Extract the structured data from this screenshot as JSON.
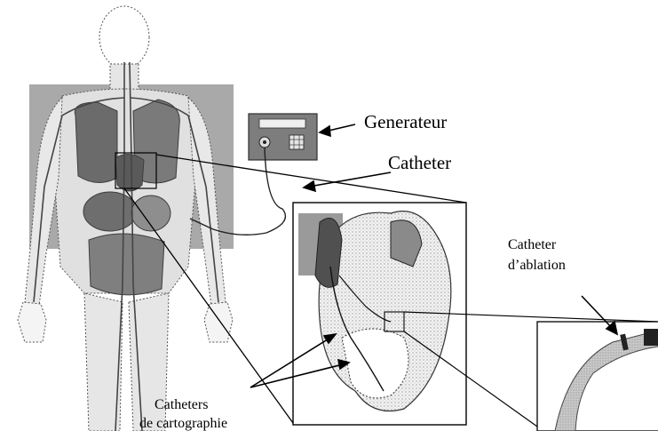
{
  "labels": {
    "generator": "Generateur",
    "catheter": "Catheter",
    "ablation_line1": "Catheter",
    "ablation_line2": "d’ablation",
    "mapping_line1": "Catheters",
    "mapping_line2": "de cartographie"
  },
  "colors": {
    "ink": "#000000",
    "panel_gray": "#a9a9a9",
    "organ_dark": "#6b6b6b",
    "organ_mid": "#8e8e8e",
    "skin_light": "#e6e6e6",
    "catheter_tip": "#bdbdbd"
  }
}
